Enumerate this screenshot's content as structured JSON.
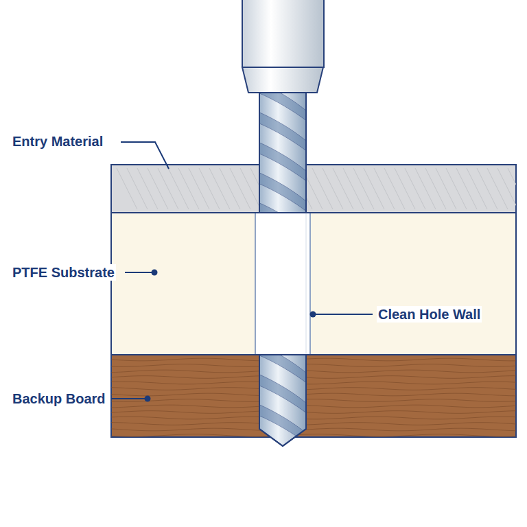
{
  "diagram": {
    "labels": [
      "Entry Material",
      "PTFE Substrate",
      "Clean Hole Wall",
      "Backup Board"
    ]
  }
}
